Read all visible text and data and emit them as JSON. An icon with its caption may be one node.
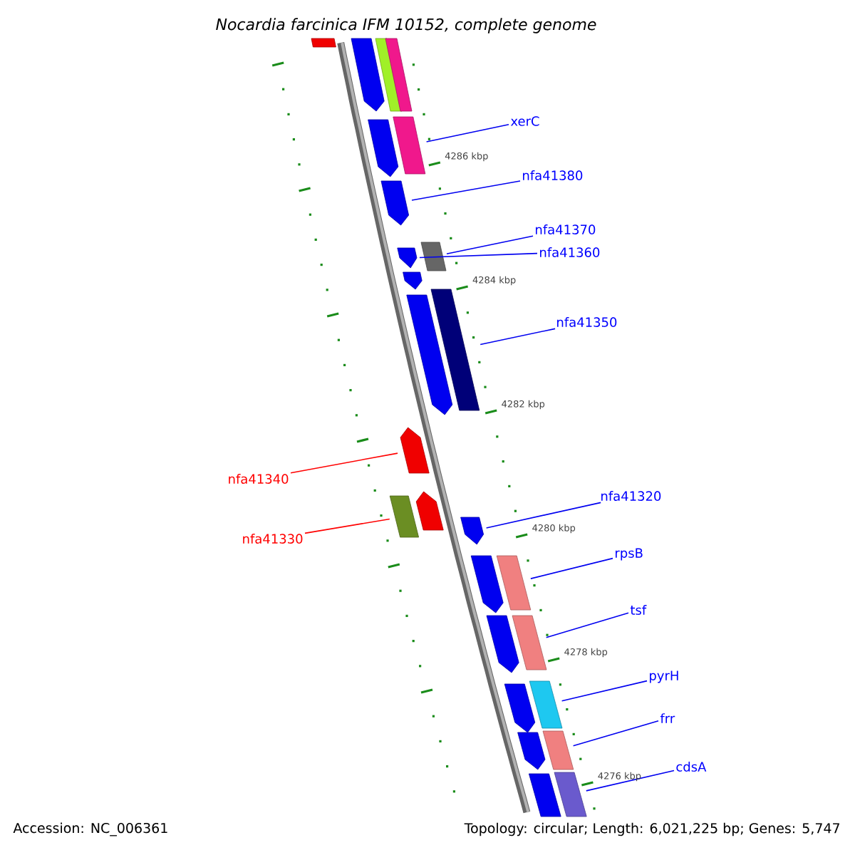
{
  "diagram": {
    "title": "Nocardia farcinica IFM 10152, complete genome",
    "nodes": [
      {
        "text": [
          "xerC"
        ]
      },
      {
        "text": [],
        "shape": "bar"
      },
      {
        "text": [
          "nfa41380"
        ]
      },
      {
        "text": [],
        "shape": "arrow"
      },
      {
        "text": [
          "nfa41370"
        ]
      },
      {
        "text": [],
        "shape": "bar"
      },
      {
        "text": [
          "nfa41360"
        ]
      },
      {
        "text": [],
        "shape": "arrow"
      },
      {
        "text": [
          "nfa41350"
        ]
      },
      {
        "text": [],
        "shape": "bar"
      },
      {
        "text": [
          "nfa41340"
        ]
      },
      {
        "text": [],
        "shape": "arrow"
      },
      {
        "text": [
          "nfa41330"
        ]
      },
      {
        "text": [],
        "shape": "bar"
      },
      {
        "text": [
          "nfa41320"
        ]
      },
      {
        "text": [],
        "shape": "arrow"
      },
      {
        "text": [
          "rpsB"
        ]
      },
      {
        "text": [],
        "shape": "bar"
      },
      {
        "text": [
          "tsf"
        ]
      },
      {
        "text": [],
        "shape": "bar"
      },
      {
        "text": [
          "pyrH"
        ]
      },
      {
        "text": [],
        "shape": "bar"
      },
      {
        "text": [
          "frr"
        ]
      },
      {
        "text": [],
        "shape": "bar"
      },
      {
        "text": [
          "cdsA"
        ]
      },
      {
        "text": [],
        "shape": "bar"
      },
      {
        "text": [],
        "shape": "bar"
      },
      {
        "text": [],
        "shape": "arrow"
      },
      {
        "text": [],
        "shape": "bar"
      },
      {
        "text": [],
        "shape": "bar"
      },
      {
        "text": [],
        "shape": "arrow"
      },
      {
        "text": [],
        "shape": "arrow"
      },
      {
        "text": [],
        "shape": "arrow"
      },
      {
        "text": [],
        "shape": "arrow"
      },
      {
        "text": [],
        "shape": "arrow"
      },
      {
        "text": [],
        "shape": "arrow"
      },
      {
        "text": [],
        "shape": "arrow"
      },
      {
        "text": [],
        "shape": "arrow"
      },
      {
        "text": [],
        "shape": "bar"
      }
    ],
    "edges": [
      {
        "from": 0,
        "to": 1,
        "arrow": "none"
      },
      {
        "from": 2,
        "to": 3,
        "arrow": "none"
      },
      {
        "from": 4,
        "to": 5,
        "arrow": "none"
      },
      {
        "from": 6,
        "to": 7,
        "arrow": "none"
      },
      {
        "from": 8,
        "to": 9,
        "arrow": "none"
      },
      {
        "from": 10,
        "to": 11,
        "arrow": "none",
        "color": "#ff0000"
      },
      {
        "from": 12,
        "to": 13,
        "arrow": "none",
        "color": "#ff0000"
      },
      {
        "from": 14,
        "to": 15,
        "arrow": "none"
      },
      {
        "from": 16,
        "to": 17,
        "arrow": "none"
      },
      {
        "from": 18,
        "to": 19,
        "arrow": "none"
      },
      {
        "from": 20,
        "to": 21,
        "arrow": "none"
      },
      {
        "from": 22,
        "to": 23,
        "arrow": "none"
      },
      {
        "from": 24,
        "to": 25,
        "arrow": "none"
      }
    ],
    "labels": [
      "4286 kbp",
      "4284 kbp",
      "4282 kbp",
      "4280 kbp",
      "4278 kbp",
      "4276 kbp",
      "Accession: NC_006361",
      "Topology: circular; Length: 6,021,225 bp; Genes: 5,747"
    ]
  }
}
